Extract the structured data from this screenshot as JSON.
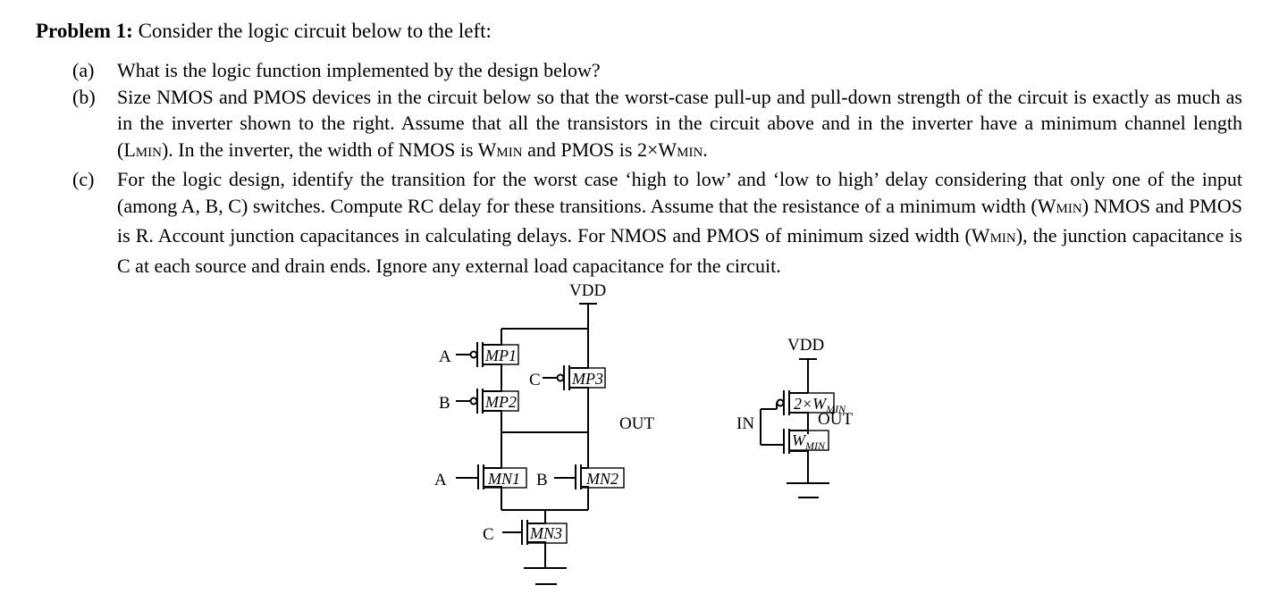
{
  "problem": {
    "heading": "Problem 1:",
    "intro": "Consider the logic circuit below to the left:",
    "parts": [
      {
        "label": "(a)",
        "text": "What is the logic function implemented by the design below?"
      },
      {
        "label": "(b)",
        "text_1": "Size NMOS and PMOS devices in the circuit below so that the worst-case pull-up and pull-down strength of the circuit is exactly as much as in the inverter shown to the right. Assume that all the transistors in the circuit above and in the inverter have a minimum channel length (L",
        "sub_1": "MIN",
        "text_2": "). In the inverter, the width of NMOS is W",
        "sub_2": "MIN",
        "text_3": " and PMOS is 2×W",
        "sub_3": "MIN",
        "text_4": "."
      },
      {
        "label": "(c)",
        "text_1": "For the logic design, identify the transition for the worst case ‘high to low’ and ‘low to high’ delay considering that only one of the input (among A, B, C) switches. Compute RC delay for these transitions. Assume that the resistance of a minimum width (W",
        "sub_1": "MIN",
        "text_2": ") NMOS and PMOS is R. Account junction capacitances in calculating delays. For NMOS and PMOS of minimum sized width (W",
        "sub_2": "MIN",
        "text_3": "), the junction capacitance is C at each source and drain ends. Ignore any external load capacitance for the circuit."
      }
    ]
  },
  "circuit": {
    "vdd": "VDD",
    "out": "OUT",
    "inputs": {
      "a1": "A",
      "b1": "B",
      "c1": "C",
      "a2": "A",
      "b2": "B",
      "c2": "C"
    },
    "transistors": {
      "mp1": "MP1",
      "mp2": "MP2",
      "mp3": "MP3",
      "mn1": "MN1",
      "mn2": "MN2",
      "mn3": "MN3"
    }
  },
  "inverter": {
    "vdd": "VDD",
    "in": "IN",
    "out": "OUT",
    "pmos_w": "2×W",
    "pmos_w_sub": "MIN",
    "nmos_w": "W",
    "nmos_w_sub": "MIN"
  }
}
